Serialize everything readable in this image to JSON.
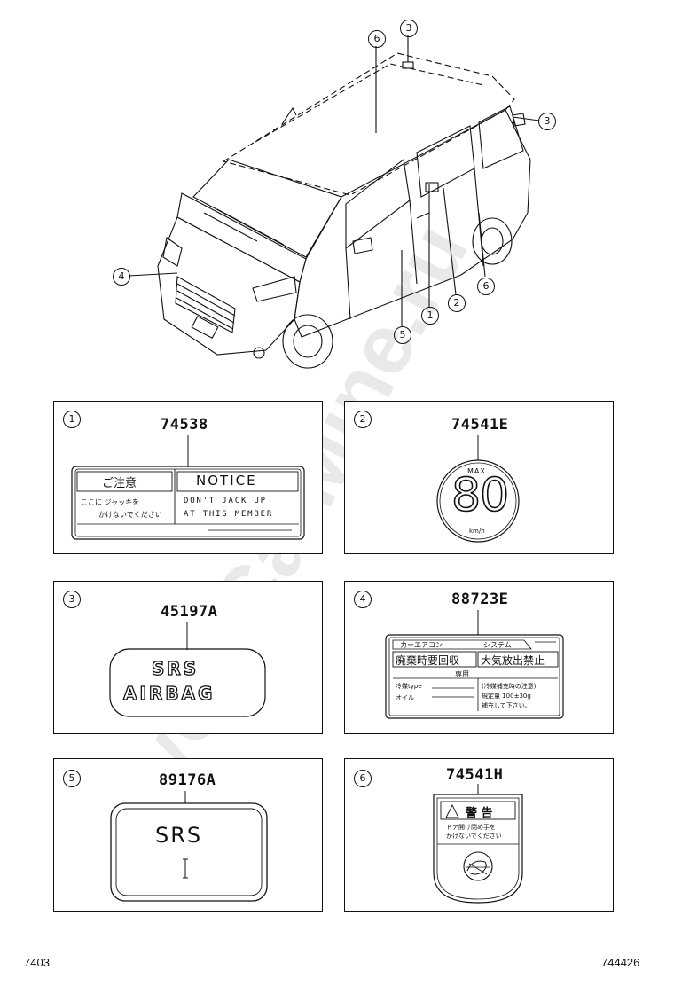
{
  "callouts": [
    "1",
    "2",
    "3",
    "4",
    "5",
    "6"
  ],
  "panels": [
    {
      "num": "1",
      "part": "74538",
      "label": {
        "left_title": "ご注意",
        "left_line1": "ここに ジャッキを",
        "left_line2": "かけないでください",
        "right_title": "NOTICE",
        "right_line1": "DON'T JACK UP",
        "right_line2": "AT THIS MEMBER"
      }
    },
    {
      "num": "2",
      "part": "74541E",
      "label": {
        "top": "MAX",
        "value": "80",
        "unit": "km/h"
      }
    },
    {
      "num": "3",
      "part": "45197A",
      "label": {
        "line1": "SRS",
        "line2": "AIRBAG"
      }
    },
    {
      "num": "4",
      "part": "88723E",
      "label": {
        "header_left": "カーエアコン",
        "header_right": "システム",
        "box_left": "廃棄時要回収",
        "box_right": "大気放出禁止",
        "sub": "専用",
        "l1": "冷媒type",
        "l2": "オイル",
        "r1": "(冷媒補充時の注意)",
        "r2": "規定量 100±30g",
        "r3": "補充して下さい。"
      }
    },
    {
      "num": "5",
      "part": "89176A",
      "label": {
        "text": "SRS"
      }
    },
    {
      "num": "6",
      "part": "74541H",
      "label": {
        "title": "警 告",
        "line1": "ドア開け閉め手を",
        "line2": "かけないでください"
      }
    }
  ],
  "footer": {
    "left": "7403",
    "right": "744426"
  },
  "watermark": "ToyotaCarMine.ru"
}
